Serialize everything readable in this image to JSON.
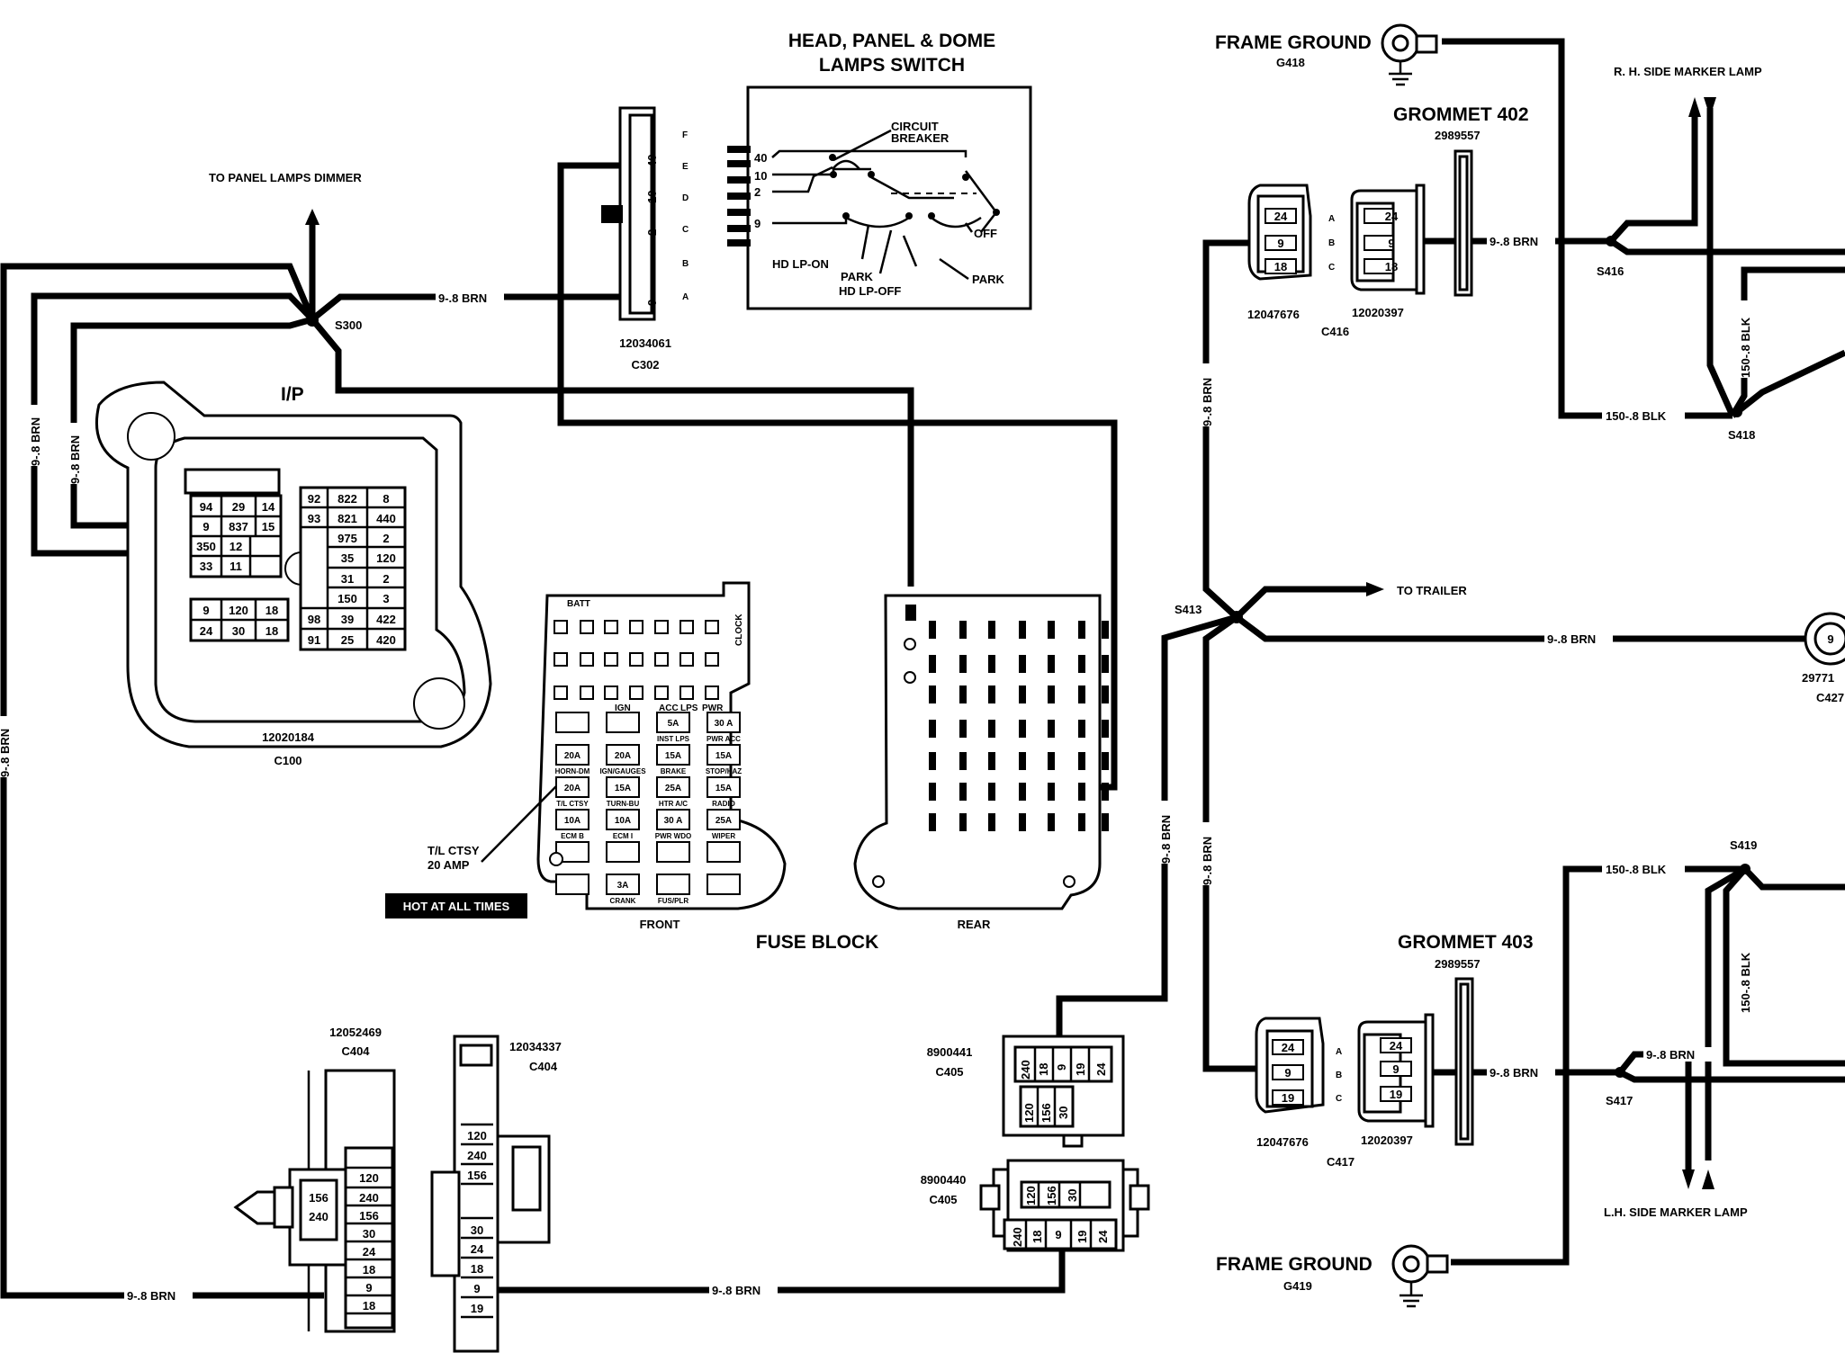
{
  "switch": {
    "title_1": "HEAD, PANEL & DOME",
    "title_2": "LAMPS SWITCH",
    "connector_letters": [
      "F",
      "E",
      "D",
      "C",
      "B",
      "A"
    ],
    "connector_pins": [
      "40",
      "10",
      "2",
      "9"
    ],
    "switch_pins": [
      "40",
      "10",
      "2",
      "9"
    ],
    "circuit_breaker_1": "CIRCUIT",
    "circuit_breaker_2": "BREAKER",
    "positions": {
      "off": "OFF",
      "hd_lp_on": "HD LP-ON",
      "park_1": "PARK",
      "hd_lp_off": "HD LP-OFF",
      "park_2": "PARK"
    }
  },
  "c302": {
    "part": "12034061",
    "name": "C302"
  },
  "panel_lamps": {
    "label": "TO PANEL LAMPS DIMMER"
  },
  "s300": {
    "label": "S300"
  },
  "ip": {
    "label": "I/P",
    "part": "12020184",
    "name": "C100",
    "left_grid_top": [
      [
        "94",
        "29",
        "14"
      ],
      [
        "9",
        "837",
        "15"
      ],
      [
        "350",
        "12",
        ""
      ],
      [
        "33",
        "11",
        ""
      ]
    ],
    "left_grid_bottom": [
      [
        "9",
        "120",
        "18"
      ],
      [
        "24",
        "30",
        "18"
      ]
    ],
    "right_grid": [
      [
        "92",
        "822",
        "8"
      ],
      [
        "93",
        "821",
        "440"
      ],
      [
        "",
        "975",
        "2"
      ],
      [
        "",
        "35",
        "120"
      ],
      [
        "",
        "31",
        "2"
      ],
      [
        "",
        "150",
        "3"
      ],
      [
        "98",
        "39",
        "422"
      ],
      [
        "91",
        "25",
        "420"
      ]
    ]
  },
  "fuse_block": {
    "title": "FUSE BLOCK",
    "front": "FRONT",
    "rear": "REAR",
    "batt": "BATT",
    "clock": "CLOCK",
    "header_labels": [
      "IGN",
      "ACC",
      "LPS",
      "PWR"
    ],
    "fuse_rows": [
      [
        {
          "amp": "",
          "name": ""
        },
        {
          "amp": "",
          "name": ""
        },
        {
          "amp": "5A",
          "name": "INST LPS"
        },
        {
          "amp": "30 A",
          "name": "PWR ACC"
        }
      ],
      [
        {
          "amp": "20A",
          "name": "HORN-DM"
        },
        {
          "amp": "20A",
          "name": "IGN/GAUGES"
        },
        {
          "amp": "15A",
          "name": "BRAKE"
        },
        {
          "amp": "15A",
          "name": "STOP/HAZ"
        }
      ],
      [
        {
          "amp": "20A",
          "name": "T/L CTSY"
        },
        {
          "amp": "15A",
          "name": "TURN-BU"
        },
        {
          "amp": "25A",
          "name": "HTR A/C"
        },
        {
          "amp": "15A",
          "name": "RADIO"
        }
      ],
      [
        {
          "amp": "10A",
          "name": "ECM B"
        },
        {
          "amp": "10A",
          "name": "ECM I"
        },
        {
          "amp": "30 A",
          "name": "PWR WDO"
        },
        {
          "amp": "25A",
          "name": "WIPER"
        }
      ],
      [
        {
          "amp": "",
          "name": ""
        },
        {
          "amp": "",
          "name": ""
        },
        {
          "amp": "",
          "name": ""
        },
        {
          "amp": "",
          "name": ""
        }
      ],
      [
        {
          "amp": "",
          "name": ""
        },
        {
          "amp": "3A",
          "name": "CRANK"
        },
        {
          "amp": "",
          "name": "FUS/PLR"
        },
        {
          "amp": "",
          "name": ""
        }
      ]
    ],
    "tl_ctsy_1": "T/L CTSY",
    "tl_ctsy_2": "20 AMP",
    "hot": "HOT AT ALL TIMES"
  },
  "c404_left": {
    "part": "12052469",
    "name": "C404",
    "pins": [
      "120",
      "240",
      "156",
      "30",
      "24",
      "18",
      "9",
      "18"
    ],
    "plug_pins": [
      "156",
      "240"
    ]
  },
  "c404_right": {
    "part": "12034337",
    "name": "C404",
    "pins": [
      "120",
      "240",
      "156",
      "30",
      "24",
      "18",
      "9",
      "19"
    ]
  },
  "c405_top": {
    "part": "8900441",
    "name": "C405",
    "top_pins": [
      "240",
      "18",
      "9",
      "19",
      "24"
    ],
    "bottom_pins": [
      "120",
      "156",
      "30"
    ]
  },
  "c405_bottom": {
    "part": "8900440",
    "name": "C405",
    "top_pins": [
      "120",
      "156",
      "30"
    ],
    "bottom_pins": [
      "240",
      "18",
      "9",
      "19",
      "24"
    ]
  },
  "ground_top": {
    "label": "FRAME GROUND",
    "name": "G418"
  },
  "ground_bottom": {
    "label": "FRAME GROUND",
    "name": "G419"
  },
  "grommet_top": {
    "label": "GROMMET 402",
    "part": "2989557"
  },
  "grommet_bottom": {
    "label": "GROMMET 403",
    "part": "2989557"
  },
  "c416": {
    "female_part": "12047676",
    "male_part": "12020397",
    "name": "C416",
    "pins": [
      "24",
      "9",
      "18"
    ],
    "letters": [
      "A",
      "B",
      "C"
    ]
  },
  "c417": {
    "female_part": "12047676",
    "male_part": "12020397",
    "name": "C417",
    "pins": [
      "24",
      "9",
      "19"
    ],
    "letters": [
      "A",
      "B",
      "C"
    ]
  },
  "splices": {
    "s416": "S416",
    "s418": "S418",
    "s413": "S413",
    "s419": "S419",
    "s417": "S417"
  },
  "rh_marker": "R. H. SIDE MARKER LAMP",
  "lh_marker": "L.H. SIDE MARKER LAMP",
  "trailer": "TO TRAILER",
  "c427": {
    "pin": "9",
    "part": "29771",
    "name": "C427"
  },
  "wires": {
    "brn": "9-.8 BRN",
    "blk": "150-.8 BLK"
  }
}
